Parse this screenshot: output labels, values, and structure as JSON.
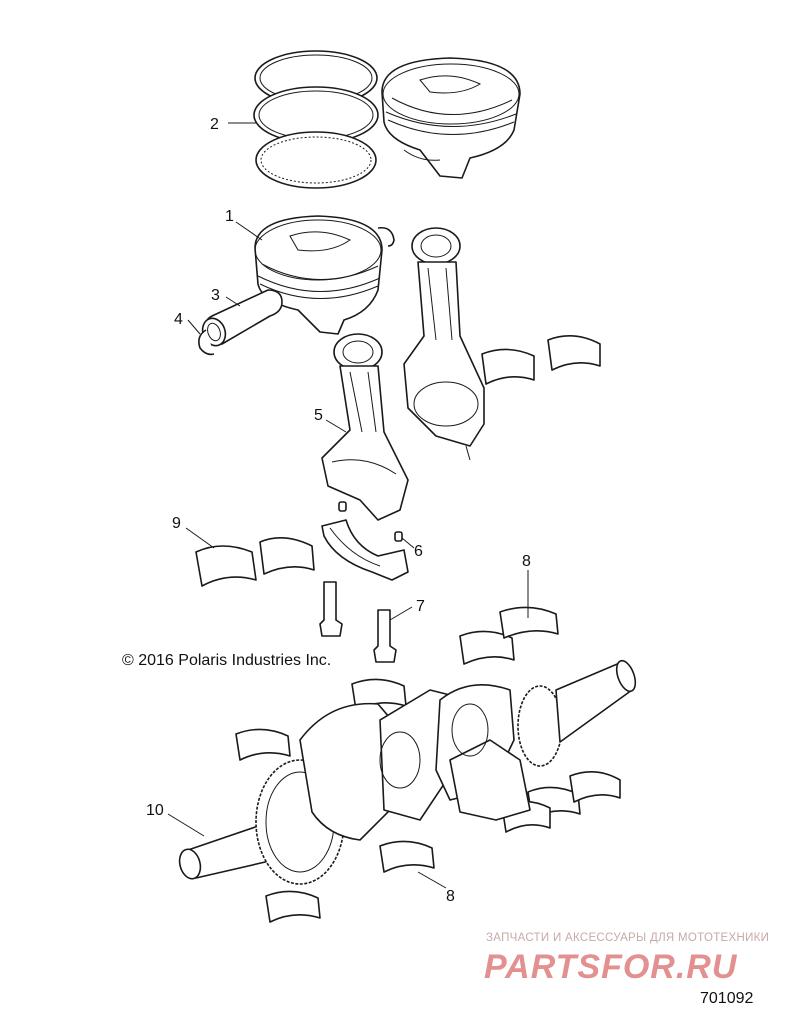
{
  "copyright": "© 2016 Polaris Industries Inc.",
  "drawing_number": "701092",
  "watermark": {
    "tagline": "ЗАПЧАСТИ И АКСЕССУАРЫ ДЛЯ МОТОТЕХНИКИ",
    "logo": "PARTSFOR.RU",
    "color": "#d96b6b"
  },
  "callouts": [
    {
      "id": "1",
      "label": "1"
    },
    {
      "id": "2",
      "label": "2"
    },
    {
      "id": "3",
      "label": "3"
    },
    {
      "id": "4",
      "label": "4"
    },
    {
      "id": "5",
      "label": "5"
    },
    {
      "id": "6",
      "label": "6"
    },
    {
      "id": "7",
      "label": "7"
    },
    {
      "id": "8a",
      "label": "8"
    },
    {
      "id": "8b",
      "label": "8"
    },
    {
      "id": "9",
      "label": "9"
    },
    {
      "id": "10",
      "label": "10"
    }
  ],
  "parts": [
    {
      "name": "piston-icon"
    },
    {
      "name": "piston-ring-set-icon"
    },
    {
      "name": "piston-pin-icon"
    },
    {
      "name": "pin-retainer-clip-icon"
    },
    {
      "name": "connecting-rod-icon"
    },
    {
      "name": "dowel-pin-icon"
    },
    {
      "name": "rod-bolt-icon"
    },
    {
      "name": "main-bearing-icon"
    },
    {
      "name": "rod-bearing-icon"
    },
    {
      "name": "crankshaft-icon"
    }
  ]
}
